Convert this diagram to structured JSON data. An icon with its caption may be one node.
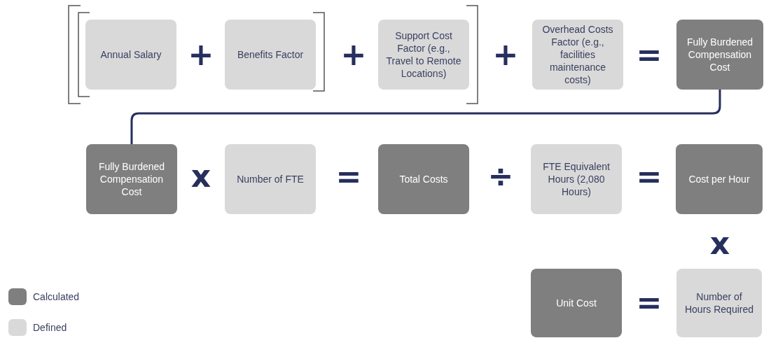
{
  "diagram": {
    "nodes": [
      {
        "text": [
          "Annual Salary"
        ]
      },
      {
        "text": [
          "Benefits Factor"
        ]
      },
      {
        "text": [
          "Support Cost Factor (e.g., Travel to Remote Locations)"
        ]
      },
      {
        "text": [
          "Overhead Costs Factor (e.g., facilities maintenance costs)"
        ]
      },
      {
        "text": [
          "Fully Burdened Compensation Cost"
        ]
      },
      {
        "text": [
          "Fully Burdened Compensation Cost"
        ]
      },
      {
        "text": [
          "Number of FTE"
        ]
      },
      {
        "text": [
          "Total Costs"
        ]
      },
      {
        "text": [
          "FTE Equivalent Hours (2,080 Hours)"
        ]
      },
      {
        "text": [
          "Cost per Hour"
        ]
      },
      {
        "text": [
          "Unit Cost"
        ]
      },
      {
        "text": [
          "Number of Hours Required"
        ]
      }
    ],
    "edges": [
      {
        "from": 4,
        "to": 5,
        "arrow": "none"
      }
    ],
    "labels": [
      "+",
      "+",
      "+",
      "=",
      "x",
      "=",
      "÷",
      "=",
      "x",
      "="
    ],
    "legend": [
      {
        "text": "Calculated",
        "color": "#7f7f7f"
      },
      {
        "text": "Defined",
        "color": "#d9d9d9"
      }
    ]
  }
}
